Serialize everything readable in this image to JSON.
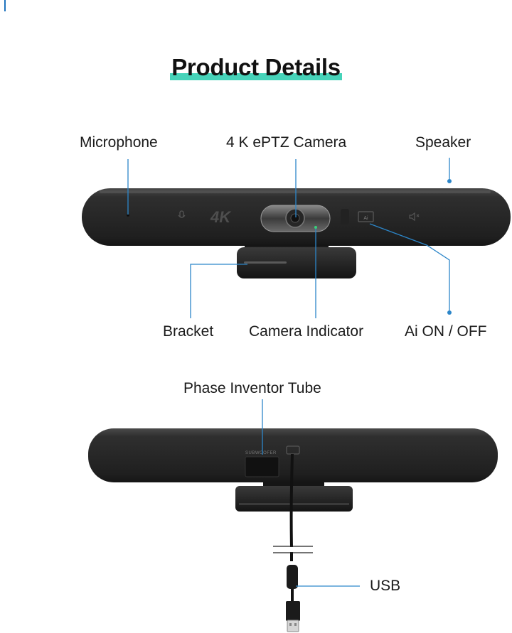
{
  "header": {
    "title": "Product Details"
  },
  "labels": {
    "microphone": "Microphone",
    "camera": "4 K ePTZ Camera",
    "speaker": "Speaker",
    "bracket": "Bracket",
    "camera_indicator": "Camera Indicator",
    "ai_toggle": "Ai  ON / OFF",
    "phase_tube": "Phase Inventor Tube",
    "usb": "USB"
  },
  "device_marks": {
    "front_4k": "4K",
    "ai_badge": "Ai",
    "back_label": "SUBWOOFER"
  },
  "colors": {
    "accent_underline": "#46d3b9",
    "callout_line": "#2c86c9",
    "device_body": "#2b2b2b",
    "indicator_led": "#38d07a"
  }
}
